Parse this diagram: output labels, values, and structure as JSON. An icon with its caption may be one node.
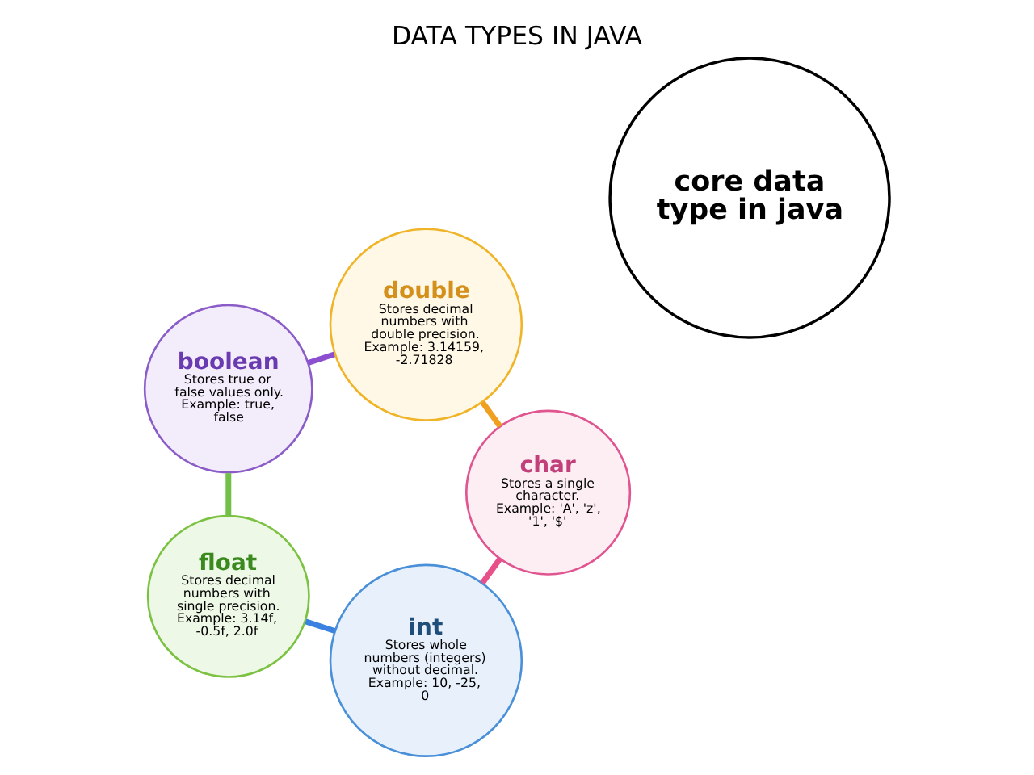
{
  "diagram": {
    "title": "DATA TYPES IN JAVA",
    "nodes": [
      {
        "text": [
          "core data type in java"
        ]
      },
      {
        "text": [
          "int",
          "Stores whole numbers (integers) without decimal. Example: 10, -25, 0"
        ]
      },
      {
        "text": [
          "float",
          "Stores decimal numbers with single precision. Example: 3.14f, -0.5f, 2.0f"
        ]
      },
      {
        "text": [
          "boolean",
          "Stores true or false values only. Example: true, false"
        ]
      },
      {
        "text": [
          "double",
          "Stores decimal numbers with double precision. Example: 3.14159, -2.71828"
        ]
      },
      {
        "text": [
          "char",
          "Stores a single character. Example: 'A', 'z', '1', '$'"
        ]
      }
    ],
    "edges": [
      {
        "from": 1,
        "to": 2,
        "arrow": "none",
        "color": "#3b82e0"
      },
      {
        "from": 2,
        "to": 3,
        "arrow": "none",
        "color": "#72c04a"
      },
      {
        "from": 3,
        "to": 4,
        "arrow": "none",
        "color": "#8b4fd0"
      },
      {
        "from": 4,
        "to": 5,
        "arrow": "none",
        "color": "#f0a020"
      },
      {
        "from": 5,
        "to": 1,
        "arrow": "none",
        "color": "#e8508a"
      }
    ]
  }
}
